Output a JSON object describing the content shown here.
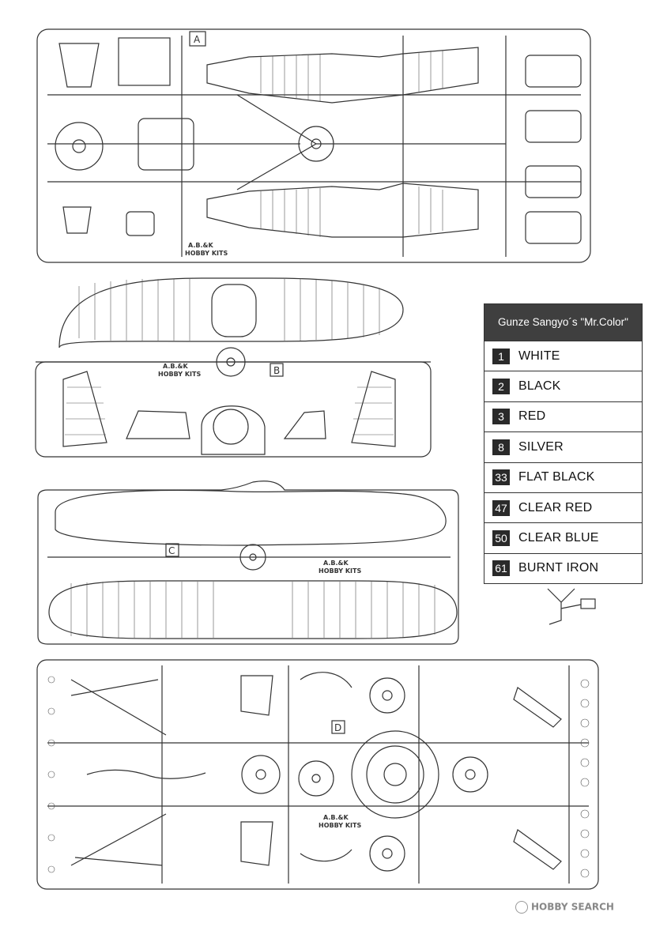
{
  "sprues": {
    "a_letter": "A",
    "b_letter": "B",
    "c_letter": "C",
    "d_letter": "D",
    "brand_line1": "A.B.&K",
    "brand_line2": "HOBBY KITS"
  },
  "color_table": {
    "title": "Gunze Sangyo´s \"Mr.Color\"",
    "rows": [
      {
        "code": "1",
        "name": "WHITE"
      },
      {
        "code": "2",
        "name": "BLACK"
      },
      {
        "code": "3",
        "name": "RED"
      },
      {
        "code": "8",
        "name": "SILVER"
      },
      {
        "code": "33",
        "name": "FLAT BLACK"
      },
      {
        "code": "47",
        "name": "CLEAR RED"
      },
      {
        "code": "50",
        "name": "CLEAR BLUE"
      },
      {
        "code": "61",
        "name": "BURNT IRON"
      }
    ]
  },
  "watermark": "HOBBY SEARCH"
}
